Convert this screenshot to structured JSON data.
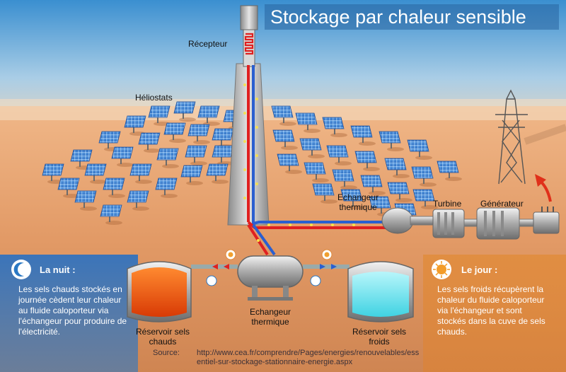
{
  "title": "Stockage par chaleur sensible",
  "labels": {
    "recepteur": "Récepteur",
    "heliostats": "Héliostats",
    "echangeur_top": "Echangeur thermique",
    "turbine": "Turbine",
    "generateur": "Générateur",
    "echangeur_bottom": "Echangeur thermique",
    "reservoir_chauds": "Réservoir sels chauds",
    "reservoir_froids": "Réservoir sels froids"
  },
  "night": {
    "heading": "La nuit :",
    "text": "Les sels chauds stockés en journée cèdent leur chaleur au fluide caloporteur via l'échangeur pour produire de l'électricité."
  },
  "day": {
    "heading": "Le jour :",
    "text": "Les sels froids récupèrent la chaleur du fluide caloporteur via l'échangeur et sont stockés dans la cuve de sels chauds."
  },
  "source": {
    "label": "Source:",
    "url": "http://www.cea.fr/comprendre/Pages/energies/renouvelables/essentiel-sur-stockage-stationnaire-energie.aspx"
  },
  "colors": {
    "sky_top": "#3a8fd0",
    "desert": "#e7a574",
    "hot_pipe": "#e02020",
    "cold_pipe": "#2a5fd0",
    "hot_salt": "#f05a10",
    "cold_salt": "#7ee8f0",
    "night_panel": "#2a78c4",
    "day_panel": "#e08a3a"
  },
  "icons": [
    "moon-icon",
    "sun-icon",
    "pylon-icon",
    "arrow-icon"
  ]
}
